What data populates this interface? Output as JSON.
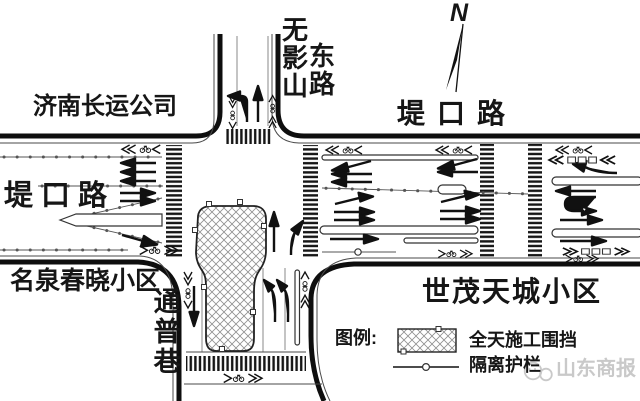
{
  "compass": {
    "label": "N"
  },
  "roads": {
    "north_vertical_part1": "无影山",
    "north_vertical_part2": "东路",
    "east_horizontal": "堤口路",
    "west_horizontal": "堤口路",
    "south_lane": "通普巷"
  },
  "places": {
    "northwest": "济南长运公司",
    "southwest": "名泉春晓小区",
    "southeast": "世茂天城小区"
  },
  "legend": {
    "title": "图例:",
    "construction_label": "全天施工围挡",
    "barrier_label": "隔离护栏"
  },
  "watermark": {
    "name": "山东商报"
  },
  "icons": {
    "bike_lane_marker": "bicycle",
    "travel_direction": "double-chevrons",
    "compass_needle": "north-arrow"
  },
  "colors": {
    "line": "#0e0e0e",
    "hatch": "#8f8f8f",
    "watermark": "#c9c9c9",
    "background": "#ffffff"
  }
}
